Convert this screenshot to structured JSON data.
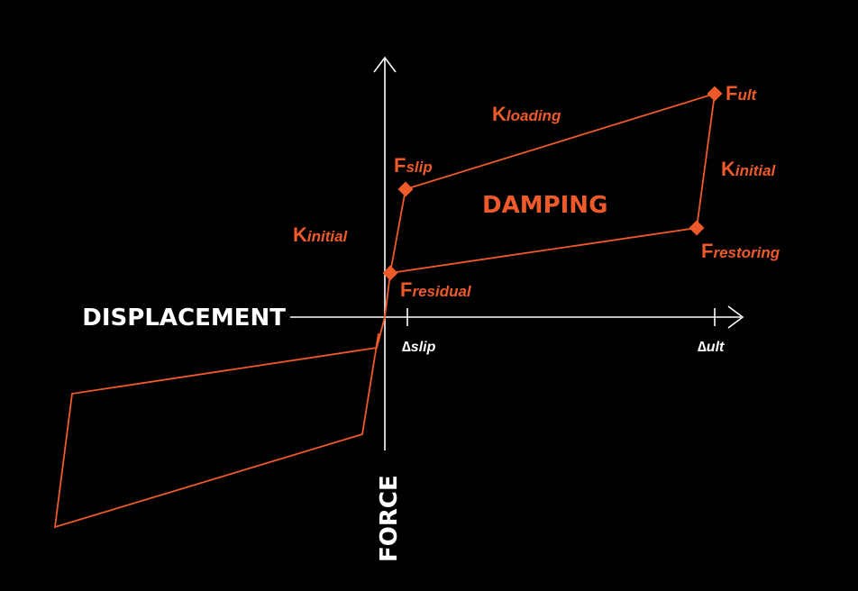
{
  "colors": {
    "background": "#000000",
    "axis": "#ffffff",
    "accent": "#ef5a2a"
  },
  "axes": {
    "x_title": "DISPLACEMENT",
    "y_title": "FORCE",
    "ticks": {
      "slip": "∆slip",
      "ult": "∆ult"
    }
  },
  "labels": {
    "k_initial_left": {
      "main": "K",
      "sub": "initial"
    },
    "k_initial_right": {
      "main": "K",
      "sub": "initial"
    },
    "k_loading": {
      "main": "K",
      "sub": "loading"
    },
    "f_slip": {
      "main": "F",
      "sub": "slip"
    },
    "f_ult": {
      "main": "F",
      "sub": "ult"
    },
    "f_residual": {
      "main": "F",
      "sub": "residual"
    },
    "f_restoring": {
      "main": "F",
      "sub": "restoring"
    },
    "damping": "DAMPING"
  },
  "icons": {
    "axis_arrows": "arrow-head-icon",
    "points": "diamond-marker-icon"
  }
}
